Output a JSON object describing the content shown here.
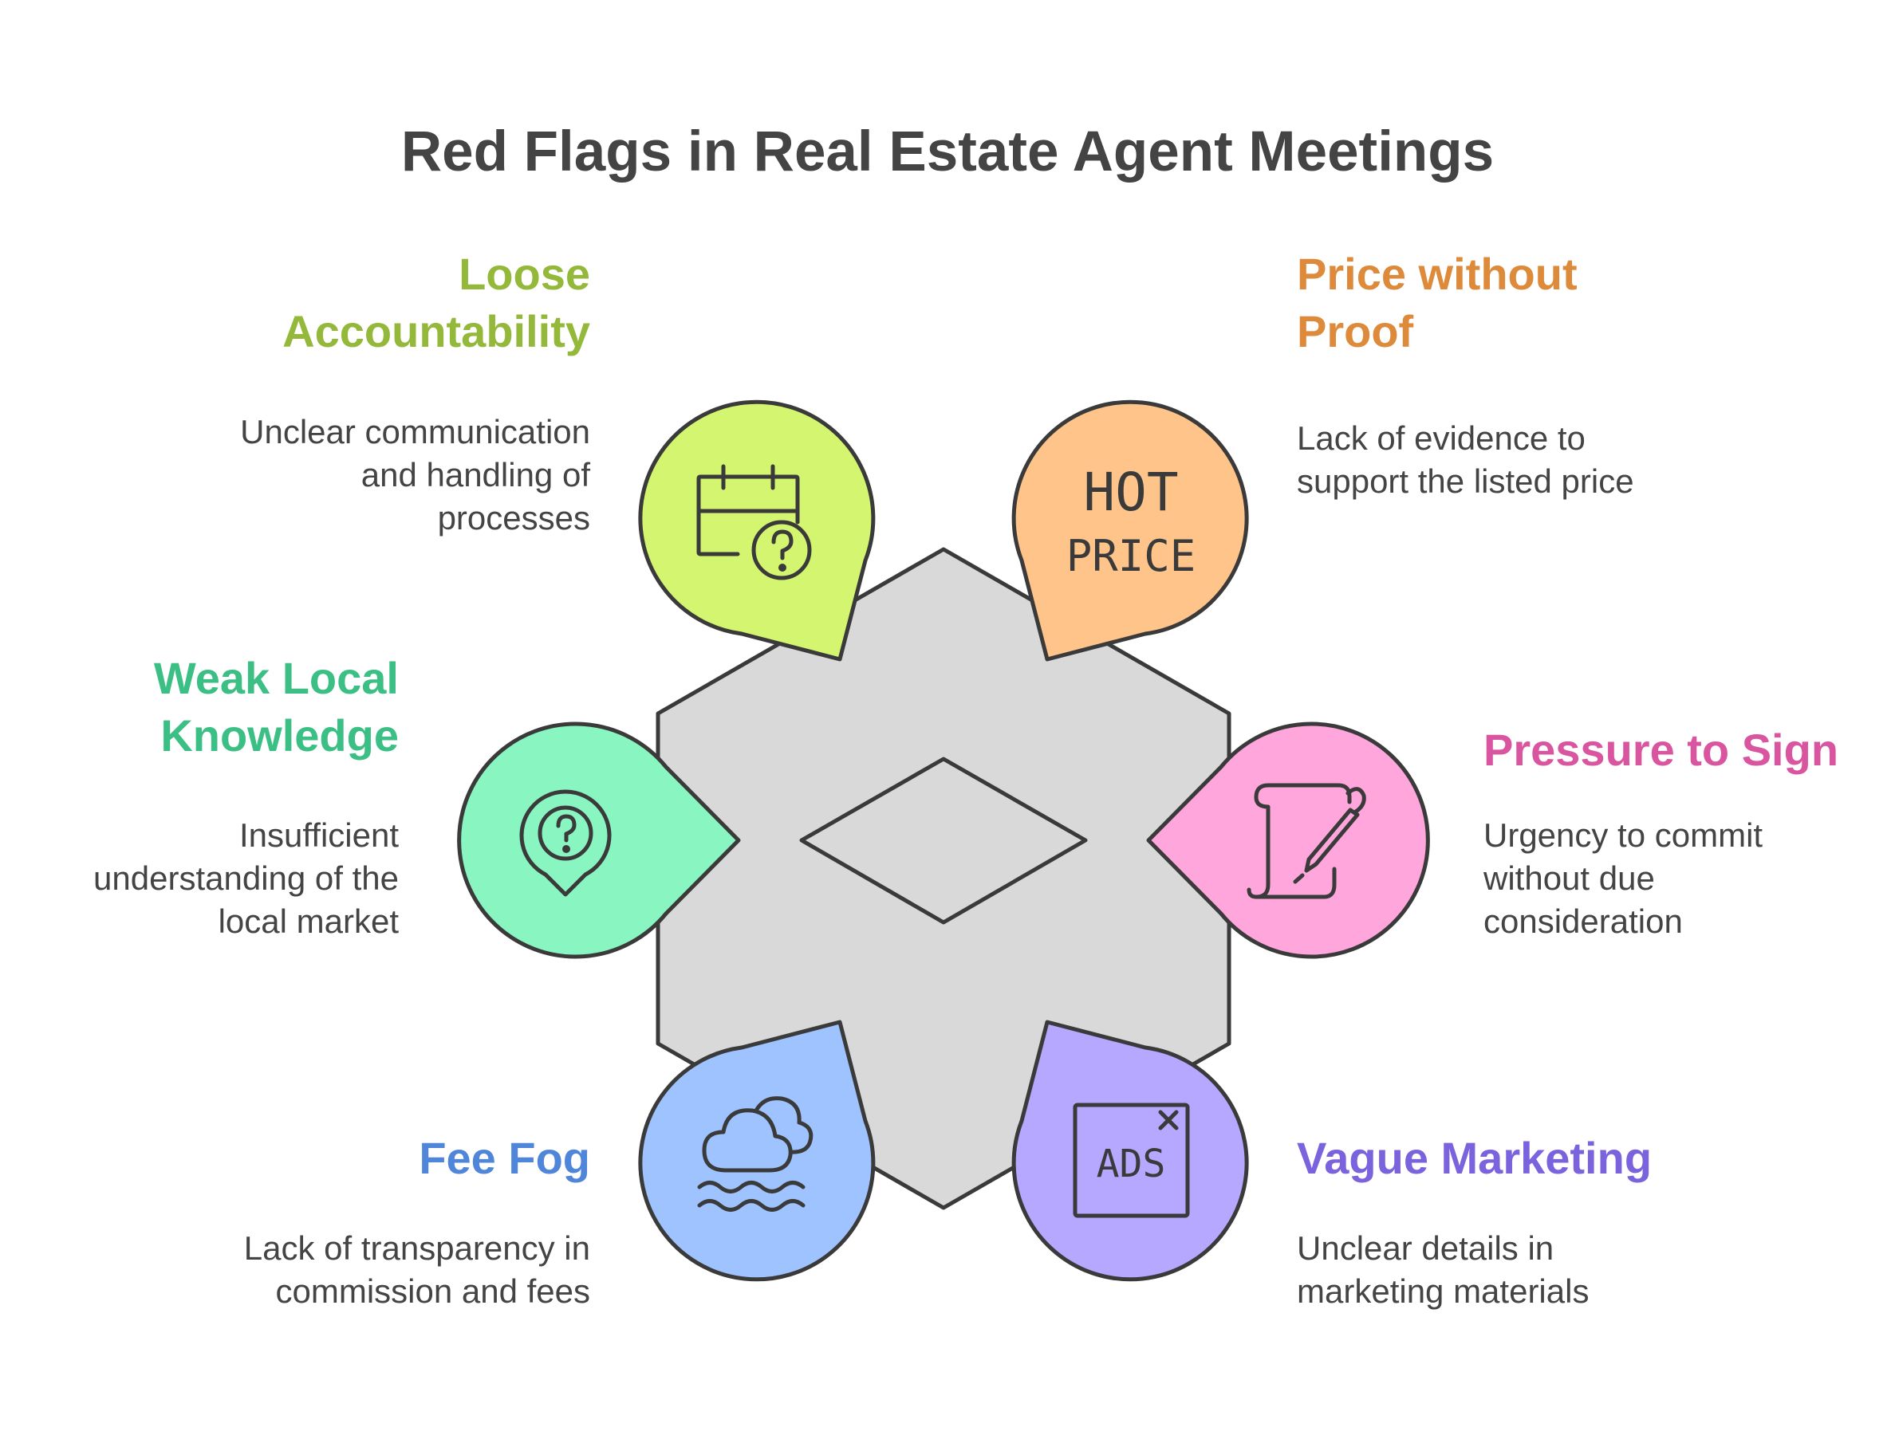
{
  "title": "Red Flags in Real Estate Agent Meetings",
  "colors": {
    "hub": "#d9d9d9",
    "outline": "#3a3a3a",
    "text": "#444444"
  },
  "items": [
    {
      "title": "Loose Accountability",
      "title_lines": [
        "Loose",
        "Accountability"
      ],
      "description_lines": [
        "Unclear communication",
        "and handling of",
        "processes"
      ],
      "color": "#d4f56f",
      "title_color": "#93b83a",
      "icon": "calendar-question-icon"
    },
    {
      "title": "Price without Proof",
      "title_lines": [
        "Price without",
        "Proof"
      ],
      "description_lines": [
        "Lack of evidence to",
        "support the listed price"
      ],
      "color": "#ffc48a",
      "title_color": "#de8a3b",
      "icon": "hot-price-icon",
      "icon_text": [
        "HOT",
        "PRICE"
      ]
    },
    {
      "title": "Weak Local Knowledge",
      "title_lines": [
        "Weak Local",
        "Knowledge"
      ],
      "description_lines": [
        "Insufficient",
        "understanding of the",
        "local market"
      ],
      "color": "#89f6c1",
      "title_color": "#3cbf85",
      "icon": "location-question-icon"
    },
    {
      "title": "Pressure to Sign",
      "title_lines": [
        "Pressure to Sign"
      ],
      "description_lines": [
        "Urgency to commit",
        "without due",
        "consideration"
      ],
      "color": "#ffa6dc",
      "title_color": "#d9559f",
      "icon": "pen-contract-icon"
    },
    {
      "title": "Fee Fog",
      "title_lines": [
        "Fee Fog"
      ],
      "description_lines": [
        "Lack of transparency in",
        "commission and fees"
      ],
      "color": "#9fc3ff",
      "title_color": "#4f86d9",
      "icon": "fog-icon"
    },
    {
      "title": "Vague Marketing",
      "title_lines": [
        "Vague Marketing"
      ],
      "description_lines": [
        "Unclear details in",
        "marketing materials"
      ],
      "color": "#b6a7ff",
      "title_color": "#7a63dd",
      "icon": "ads-icon",
      "icon_text": [
        "ADS"
      ]
    }
  ]
}
